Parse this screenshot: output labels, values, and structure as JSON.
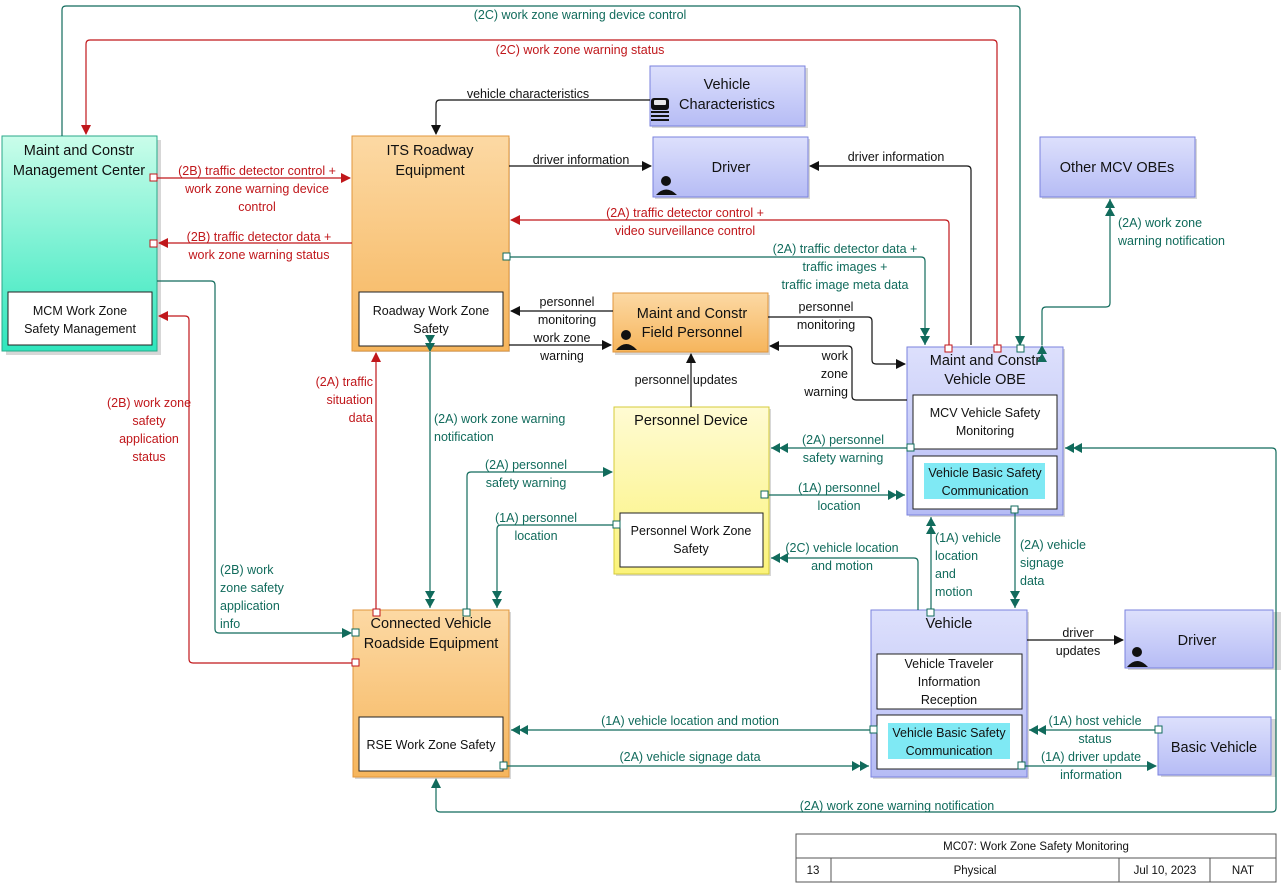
{
  "colors": {
    "red": "#c0171b",
    "green": "#116b5c",
    "black": "#111111"
  },
  "nodes": {
    "mcm": {
      "title": [
        "Maint and Constr",
        "Management Center"
      ],
      "sub": [
        "MCM Work Zone",
        "Safety Management"
      ]
    },
    "its": {
      "title": [
        "ITS Roadway",
        "Equipment"
      ],
      "sub": [
        "Roadway Work Zone",
        "Safety"
      ]
    },
    "veh_char": {
      "title": [
        "Vehicle",
        "Characteristics"
      ]
    },
    "driver_top": {
      "title": "Driver"
    },
    "other_mcv": {
      "title": "Other MCV OBEs"
    },
    "field_pers": {
      "title": [
        "Maint and Constr",
        "Field Personnel"
      ]
    },
    "pers_dev": {
      "title": "Personnel Device",
      "sub": [
        "Personnel Work Zone",
        "Safety"
      ]
    },
    "mcv_obe": {
      "title": [
        "Maint and Constr",
        "Vehicle OBE"
      ],
      "sub1": [
        "MCV Vehicle Safety",
        "Monitoring"
      ],
      "sub2": [
        "Vehicle Basic Safety",
        "Communication"
      ]
    },
    "cv_rse": {
      "title": [
        "Connected Vehicle",
        "Roadside Equipment"
      ],
      "sub": "RSE Work Zone Safety"
    },
    "vehicle": {
      "title": "Vehicle",
      "sub1": [
        "Vehicle Traveler",
        "Information",
        "Reception"
      ],
      "sub2": [
        "Vehicle Basic Safety",
        "Communication"
      ]
    },
    "driver_bot": {
      "title": "Driver"
    },
    "basic_veh": {
      "title": "Basic Vehicle"
    }
  },
  "flows": {
    "f1": [
      "(2C) work zone warning device control"
    ],
    "f2": [
      "(2C) work zone warning status"
    ],
    "f3": [
      "vehicle characteristics"
    ],
    "f4": [
      "driver information"
    ],
    "f5": [
      "driver information"
    ],
    "f6": [
      "(2B) traffic detector control +",
      "work zone warning device",
      "control"
    ],
    "f7": [
      "(2B) traffic detector data +",
      "work zone warning status"
    ],
    "f8": [
      "(2A) traffic detector control +",
      "video surveillance control"
    ],
    "f9": [
      "(2A) traffic detector data +",
      "traffic images +",
      "traffic image meta data"
    ],
    "f10": [
      "(2A) work zone",
      "warning notification"
    ],
    "f11": [
      "personnel",
      "monitoring"
    ],
    "f12": [
      "work zone",
      "warning"
    ],
    "f13": [
      "personnel",
      "monitoring"
    ],
    "f14": [
      "work",
      "zone",
      "warning"
    ],
    "f15": [
      "personnel updates"
    ],
    "f16": [
      "(2A) traffic",
      "situation",
      "data"
    ],
    "f17": [
      "(2A) work zone warning",
      "notification"
    ],
    "f18": [
      "(2B) work zone",
      "safety",
      "application",
      "status"
    ],
    "f19": [
      "(2A) personnel",
      "safety warning"
    ],
    "f20": [
      "(2A) personnel",
      "safety warning"
    ],
    "f21": [
      "(1A) personnel",
      "location"
    ],
    "f22": [
      "(1A) personnel",
      "location"
    ],
    "f23": [
      "(2C) vehicle location",
      "and motion"
    ],
    "f24": [
      "(1A) vehicle",
      "location",
      "and",
      "motion"
    ],
    "f25": [
      "(2A) vehicle",
      "signage",
      "data"
    ],
    "f26": [
      "(2B) work",
      "zone safety",
      "application",
      "info"
    ],
    "f27": [
      "driver",
      "updates"
    ],
    "f28": [
      "(1A) vehicle location and motion"
    ],
    "f29": [
      "(2A) vehicle signage data"
    ],
    "f30": [
      "(1A) host vehicle",
      "status"
    ],
    "f31": [
      "(1A) driver update",
      "information"
    ],
    "f32": [
      "(2A) work zone warning notification"
    ]
  },
  "footer": {
    "title": "MC07: Work Zone Safety Monitoring",
    "number": "13",
    "view": "Physical",
    "date": "Jul 10, 2023",
    "org": "NAT"
  }
}
